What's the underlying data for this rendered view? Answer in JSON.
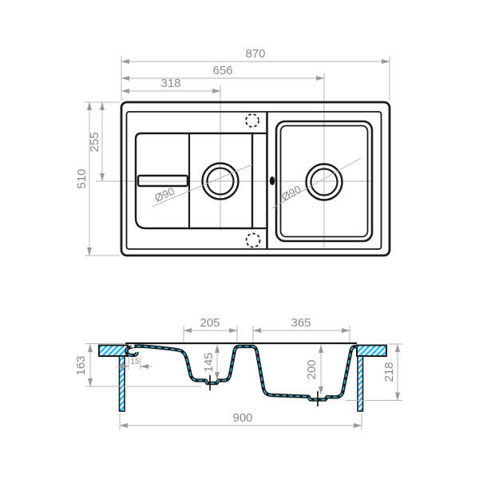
{
  "colors": {
    "outline": "#1b1b1b",
    "dim_line": "#b5b5b5",
    "dim_text": "#8a8a8a",
    "arrow": "#9a9a9a",
    "hatch": "#2eb9e9",
    "background": "#ffffff"
  },
  "view_top": {
    "dim_overall_width": "870",
    "dim_right_drain_offset": "656",
    "dim_left_drain_offset": "318",
    "dim_overall_depth": "510",
    "dim_drain_centerline": "255",
    "label_left_drain": "Ø90",
    "label_right_drain": "Ø90"
  },
  "view_section": {
    "dim_left_bowl_width": "205",
    "dim_right_bowl_width": "365",
    "dim_left_outer_depth": "163",
    "dim_rim_overhang": "15",
    "dim_left_bowl_depth": "145",
    "dim_right_bowl_depth": "200",
    "dim_right_outer_depth": "218",
    "dim_base_width": "900"
  }
}
